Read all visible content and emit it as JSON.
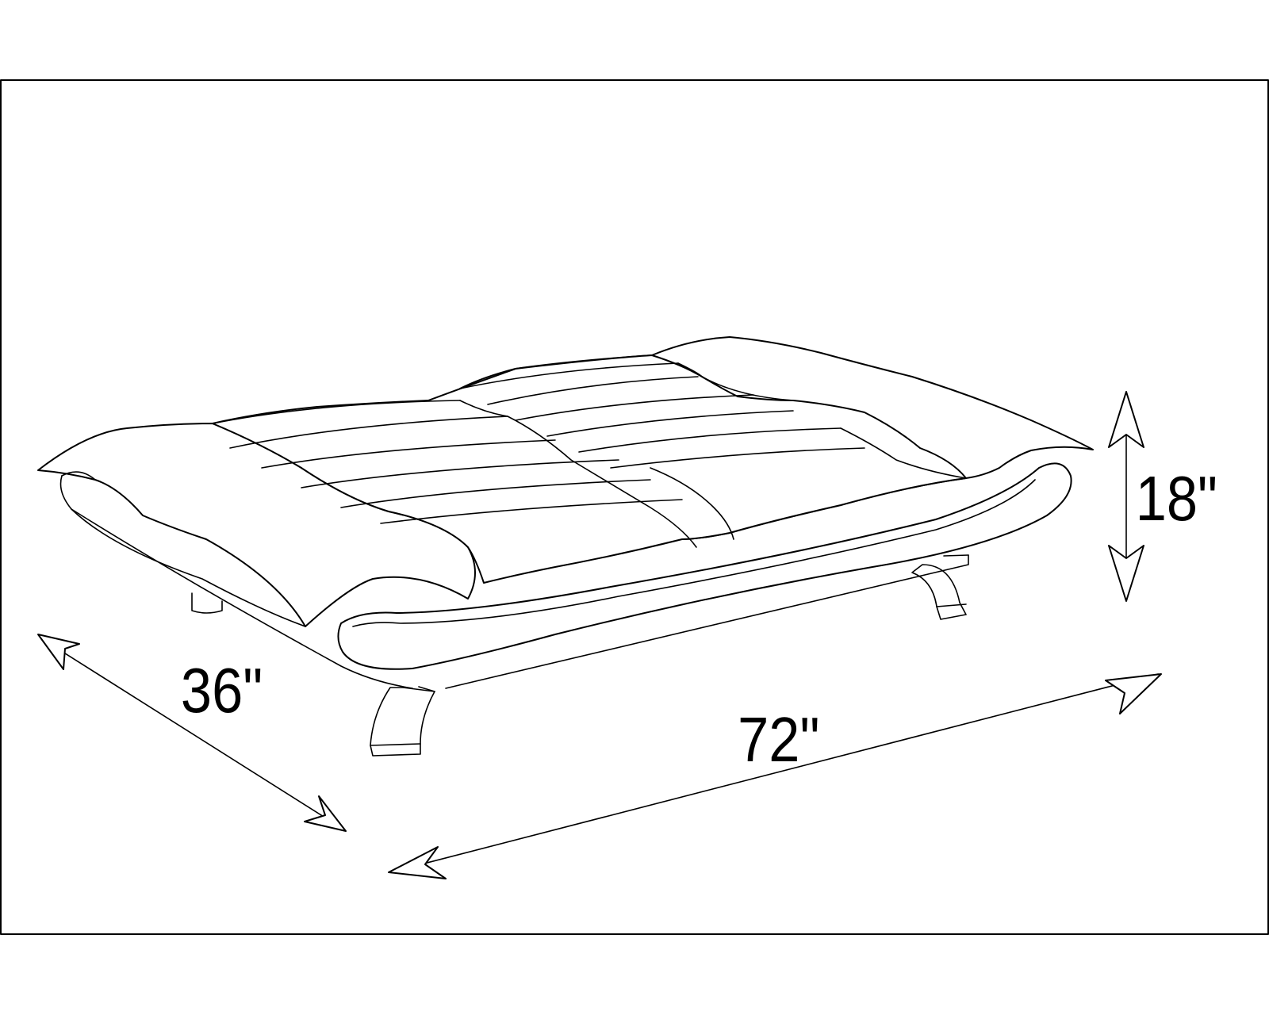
{
  "dimensions": {
    "depth_label": "36\"",
    "width_label": "72\"",
    "height_label": "18\""
  },
  "colors": {
    "line": "#000000",
    "background": "#ffffff"
  }
}
